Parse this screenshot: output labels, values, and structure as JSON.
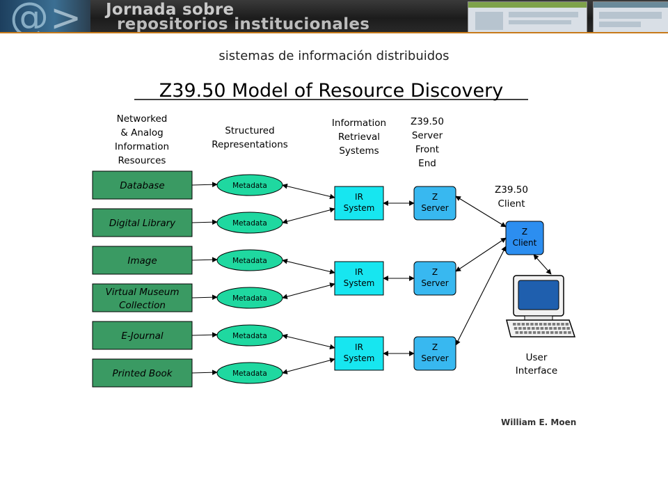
{
  "banner": {
    "line1": "Jornada sobre",
    "line2": "repositorios institucionales"
  },
  "subtitle": "sistemas de información distribuidos",
  "diagram": {
    "title": "Z39.50 Model of Resource Discovery",
    "headers": {
      "resources": [
        "Networked",
        "& Analog",
        "Information",
        "Resources"
      ],
      "structured": [
        "Structured",
        "Representations"
      ],
      "ir": [
        "Information",
        "Retrieval",
        "Systems"
      ],
      "server": [
        "Z39.50",
        "Server",
        "Front",
        "End"
      ],
      "client": [
        "Z39.50",
        "Client"
      ]
    },
    "resources": [
      [
        "Database"
      ],
      [
        "Digital Library"
      ],
      [
        "Image"
      ],
      [
        "Virtual Museum",
        "Collection"
      ],
      [
        "E-Journal"
      ],
      [
        "Printed Book"
      ]
    ],
    "metadata_label": "Metadata",
    "ir_system_label": [
      "IR",
      "System"
    ],
    "z_server_label": [
      "Z",
      "Server"
    ],
    "z_client_label": [
      "Z",
      "Client"
    ],
    "user_interface_label": [
      "User",
      "Interface"
    ],
    "colors": {
      "resource_fill": "#3a9a63",
      "metadata_fill": "#1fd8a0",
      "ir_fill": "#17e6f0",
      "server_fill": "#38b8f0",
      "client_fill": "#2c8ef0",
      "monitor_screen": "#1f5fae"
    }
  },
  "signature": "William E. Moen"
}
